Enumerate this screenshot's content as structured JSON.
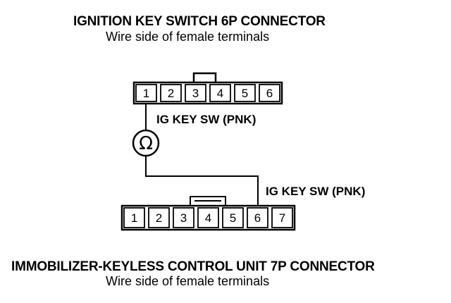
{
  "top_connector": {
    "title": "IGNITION KEY SWITCH 6P CONNECTOR",
    "subtitle": "Wire side of female terminals",
    "pins": [
      "1",
      "2",
      "3",
      "4",
      "5",
      "6"
    ],
    "wire_label": "IG KEY SW (PNK)"
  },
  "meter": {
    "symbol": "Ω",
    "icon": "ohmmeter-icon"
  },
  "bottom_connector": {
    "title": "IMMOBILIZER-KEYLESS CONTROL UNIT 7P CONNECTOR",
    "subtitle": "Wire side of female terminals",
    "pins": [
      "1",
      "2",
      "3",
      "4",
      "5",
      "6",
      "7"
    ],
    "wire_label": "IG KEY SW (PNK)"
  }
}
